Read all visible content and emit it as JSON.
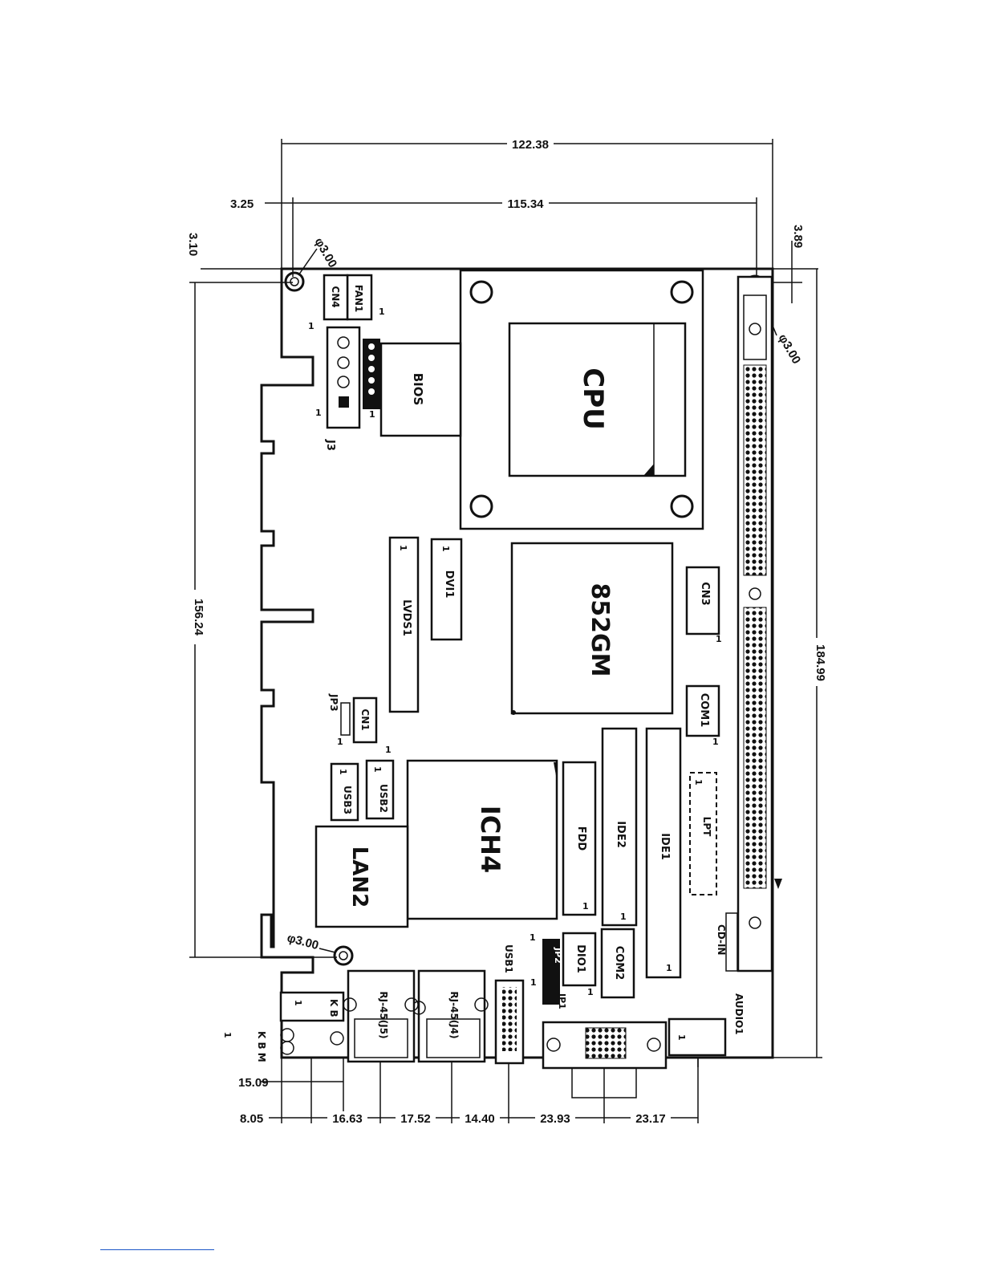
{
  "dimensions": {
    "top_total": "122.38",
    "top_holes": "115.34",
    "left_offset_x": "3.25",
    "left_offset_y": "3.10",
    "right_offset": "3.89",
    "left_height": "156.24",
    "right_height": "184.99",
    "bottom_1": "8.05",
    "bottom_2": "16.63",
    "bottom_3": "17.52",
    "bottom_4": "14.40",
    "bottom_5": "23.93",
    "bottom_6": "23.17",
    "bottom_upper": "15.09"
  },
  "holes": {
    "top_left": "φ3.00",
    "top_right": "φ3.00",
    "bottom_left": "φ3.00"
  },
  "components": {
    "cpu": "CPU",
    "northbridge": "852GM",
    "southbridge": "ICH4",
    "lan": "LAN2",
    "bios": "BIOS",
    "fan": "FAN1",
    "cn4": "CN4",
    "cn3": "CN3",
    "cn1": "CN1",
    "j3": "J3",
    "jp3": "JP3",
    "lvds": "LVDS1",
    "dvi": "DVI1",
    "com1": "COM1",
    "com2": "COM2",
    "lpt": "LPT",
    "ide1": "IDE1",
    "ide2": "IDE2",
    "fdd": "FDD",
    "dio": "DIO1",
    "usb2": "USB2",
    "usb3": "USB3",
    "usb1": "USB1",
    "cdin": "CD-IN",
    "audio": "AUDIO1",
    "rj45_j5": "RJ-45(J5)",
    "rj45_j4": "RJ-45(J4)",
    "jp1": "JP1",
    "jp2": "JP2",
    "kb": "K B",
    "kbm": "K B M",
    "pin_one": "1"
  },
  "colors": {
    "line": "#111111",
    "footer_rule": "#1a56c8"
  }
}
